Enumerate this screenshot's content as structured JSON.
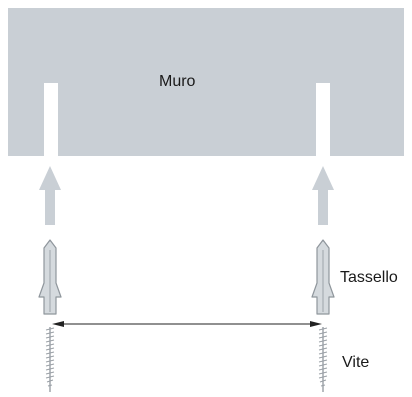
{
  "labels": {
    "wall": "Muro",
    "anchor": "Tassello",
    "screw": "Vite"
  },
  "colors": {
    "wall_fill": "#c9cfd5",
    "arrow_fill": "#c9cfd5",
    "anchor_fill": "#d5dade",
    "outline": "#8f969c",
    "dimension_line": "#222222",
    "screw_thread": "#9aa0a6",
    "label_text": "#1a1a1a"
  },
  "icons": {
    "insert_direction": "up-arrow-icon",
    "wall_anchor": "wall-plug-icon",
    "screw": "screw-icon"
  }
}
